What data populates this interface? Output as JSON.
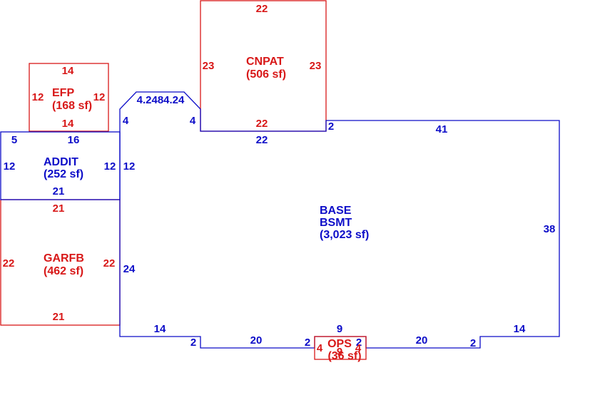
{
  "colors": {
    "main": "#0c0cc8",
    "sub": "#d81818"
  },
  "areas": {
    "cnpat": {
      "name": "CNPAT",
      "area": "(506 sf)",
      "top": "22",
      "left": "23",
      "right": "23",
      "bottom": "22"
    },
    "efp": {
      "name": "EFP",
      "area": "(168 sf)",
      "top": "14",
      "left": "12",
      "right": "12",
      "bottom": "14"
    },
    "addit": {
      "name": "ADDIT",
      "area": "(252 sf)",
      "top_left": "5",
      "top": "16",
      "left": "12",
      "right": "12",
      "bottom": "21"
    },
    "garfb": {
      "name": "GARFB",
      "area": "(462 sf)",
      "top": "21",
      "left": "22",
      "right": "22",
      "bottom": "21"
    },
    "base": {
      "name": "BASE",
      "name2": "BSMT",
      "area": "(3,023 sf)",
      "dims": {
        "chamfer_top": "4.2484.24",
        "left_top": "4",
        "right_of_chamfer": "4",
        "left_upper": "12",
        "under_cnpat": "22",
        "step": "2",
        "top": "41",
        "right": "38",
        "left_lower": "24",
        "bottom_left": "14",
        "bottom_left_step": "2",
        "bottom_mid_left": "20",
        "bottom_center_step_left": "2",
        "bottom_center": "9",
        "bottom_center_step_right": "2",
        "bottom_mid_right": "20",
        "bottom_right_step": "2",
        "bottom_right": "14"
      }
    },
    "ops": {
      "name": "OPS",
      "area": "(36 sf)",
      "left": "4",
      "center": "9",
      "right": "4"
    }
  }
}
